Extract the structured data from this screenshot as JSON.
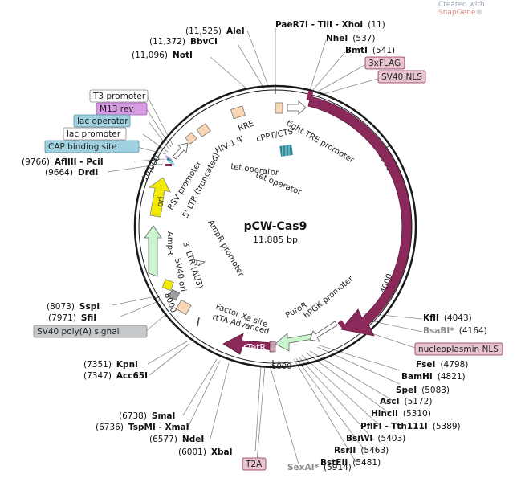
{
  "watermark": {
    "prefix": "Created with ",
    "brand": "SnapGene",
    "suffix": "®"
  },
  "plasmid": {
    "name": "pCW-Cas9",
    "size_text": "11,885 bp",
    "length_bp": 11885
  },
  "colors": {
    "backbone": "#1a1a1a",
    "cas9": "#8b2a5a",
    "rtetr": "#8b2a5a",
    "ori": "#f2ea00",
    "ampr": "#c8f5cc",
    "puro": "#c8f5cc",
    "sv40_ori": "#cfcfcf",
    "promoter": "#ffffff",
    "rre": "#f9d7b5",
    "cppt": "#f9d7b5",
    "tet_op": "#2e8b99",
    "sv40nls": "#8b2a5a",
    "nucleoplasmin": "#8b2a5a",
    "feature_outline": "#555555",
    "site_line": "#888888",
    "enzyme_text": "#111111",
    "nonunique_text": "#8a8a8a",
    "badge_bg": "#e8c4cf",
    "badge_border": "#8b2a5a",
    "gray_badge_bg": "#c5c9cc",
    "blue_badge_bg": "#9fd0df",
    "purple_badge_bg": "#d79be3",
    "white_badge_bg": "#ffffff"
  },
  "ticks": [
    "2000",
    "4000",
    "6000",
    "8000",
    "10,000"
  ],
  "badges_left": [
    {
      "id": "t3",
      "label": "T3 promoter",
      "style": "white"
    },
    {
      "id": "m13",
      "label": "M13 rev",
      "style": "purple"
    },
    {
      "id": "lacop",
      "label": "lac operator",
      "style": "blue"
    },
    {
      "id": "lacpr",
      "label": "lac promoter",
      "style": "white"
    },
    {
      "id": "cap",
      "label": "CAP binding site",
      "style": "blue"
    },
    {
      "id": "sv40pa",
      "label": "SV40 poly(A) signal",
      "style": "gray"
    }
  ],
  "badges_right": [
    {
      "id": "3xflag",
      "label": "3xFLAG",
      "style": "pink"
    },
    {
      "id": "sv40nls",
      "label": "SV40 NLS",
      "style": "pink"
    },
    {
      "id": "nucleo",
      "label": "nucleoplasmin NLS",
      "style": "pink"
    },
    {
      "id": "t2a",
      "label": "T2A",
      "style": "pink"
    }
  ],
  "enzymes": [
    {
      "id": "ale",
      "pos": "(11,525)",
      "name": "AleI",
      "nonunique": false
    },
    {
      "id": "bbvc",
      "pos": "(11,372)",
      "name": "BbvCI",
      "nonunique": false
    },
    {
      "id": "not",
      "pos": "(11,096)",
      "name": "NotI",
      "nonunique": false
    },
    {
      "id": "paer7",
      "pos": "(11)",
      "name": "PaeR7I - TliI - XhoI",
      "nonunique": false
    },
    {
      "id": "nhe",
      "pos": "(537)",
      "name": "NheI",
      "nonunique": false
    },
    {
      "id": "bmt",
      "pos": "(541)",
      "name": "BmtI",
      "nonunique": false
    },
    {
      "id": "afl3",
      "pos": "(9766)",
      "name": "AflIII - PciI",
      "nonunique": false
    },
    {
      "id": "drd",
      "pos": "(9664)",
      "name": "DrdI",
      "nonunique": false
    },
    {
      "id": "ssp",
      "pos": "(8073)",
      "name": "SspI",
      "nonunique": false
    },
    {
      "id": "sfi",
      "pos": "(7971)",
      "name": "SfiI",
      "nonunique": false
    },
    {
      "id": "kpn",
      "pos": "(7351)",
      "name": "KpnI",
      "nonunique": false
    },
    {
      "id": "acc65",
      "pos": "(7347)",
      "name": "Acc65I",
      "nonunique": false
    },
    {
      "id": "sma",
      "pos": "(6738)",
      "name": "SmaI",
      "nonunique": false
    },
    {
      "id": "tspmi",
      "pos": "(6736)",
      "name": "TspMI - XmaI",
      "nonunique": false
    },
    {
      "id": "nde",
      "pos": "(6577)",
      "name": "NdeI",
      "nonunique": false
    },
    {
      "id": "xba",
      "pos": "(6001)",
      "name": "XbaI",
      "nonunique": false
    },
    {
      "id": "sexa",
      "pos": "(5914)",
      "name": "SexAI*",
      "nonunique": true
    },
    {
      "id": "kfl",
      "pos": "(4043)",
      "name": "KflI",
      "nonunique": false
    },
    {
      "id": "bsab",
      "pos": "(4164)",
      "name": "BsaBI*",
      "nonunique": true
    },
    {
      "id": "fse",
      "pos": "(4798)",
      "name": "FseI",
      "nonunique": false
    },
    {
      "id": "bamh",
      "pos": "(4821)",
      "name": "BamHI",
      "nonunique": false
    },
    {
      "id": "spe",
      "pos": "(5083)",
      "name": "SpeI",
      "nonunique": false
    },
    {
      "id": "asc",
      "pos": "(5172)",
      "name": "AscI",
      "nonunique": false
    },
    {
      "id": "hinc",
      "pos": "(5310)",
      "name": "HincII",
      "nonunique": false
    },
    {
      "id": "pflf",
      "pos": "(5389)",
      "name": "PflFI - Tth111I",
      "nonunique": false
    },
    {
      "id": "bsiw",
      "pos": "(5403)",
      "name": "BsiWI",
      "nonunique": false
    },
    {
      "id": "rsr",
      "pos": "(5463)",
      "name": "RsrII",
      "nonunique": false
    },
    {
      "id": "bste",
      "pos": "(5481)",
      "name": "BstEII",
      "nonunique": false
    }
  ],
  "features": [
    {
      "id": "cas9",
      "label": "Cas9"
    },
    {
      "id": "rtetr",
      "label": "rTetR"
    },
    {
      "id": "ori",
      "label": "ori"
    }
  ],
  "inner_labels": [
    {
      "id": "rre",
      "label": "RRE"
    },
    {
      "id": "hiv1psi",
      "label": "HIV-1 Ψ"
    },
    {
      "id": "cppt",
      "label": "cPPT/CTS"
    },
    {
      "id": "tight",
      "label": "tight TRE promoter"
    },
    {
      "id": "tetop1",
      "label": "tet operator"
    },
    {
      "id": "tetop2",
      "label": "tet operator"
    },
    {
      "id": "rsv",
      "label": "RSV promoter"
    },
    {
      "id": "ltr5",
      "label": "5' LTR (truncated)"
    },
    {
      "id": "amprprom",
      "label": "AmpR promoter"
    },
    {
      "id": "ampr",
      "label": "AmpR"
    },
    {
      "id": "ltr3",
      "label": "3' LTR (ΔU3)"
    },
    {
      "id": "sv40ori",
      "label": "SV40 ori"
    },
    {
      "id": "factorxa",
      "label": "Factor Xa site"
    },
    {
      "id": "rtta",
      "label": "rtTA-Advanced"
    },
    {
      "id": "puror",
      "label": "PuroR"
    },
    {
      "id": "hpgk",
      "label": "hPGK promoter"
    }
  ]
}
